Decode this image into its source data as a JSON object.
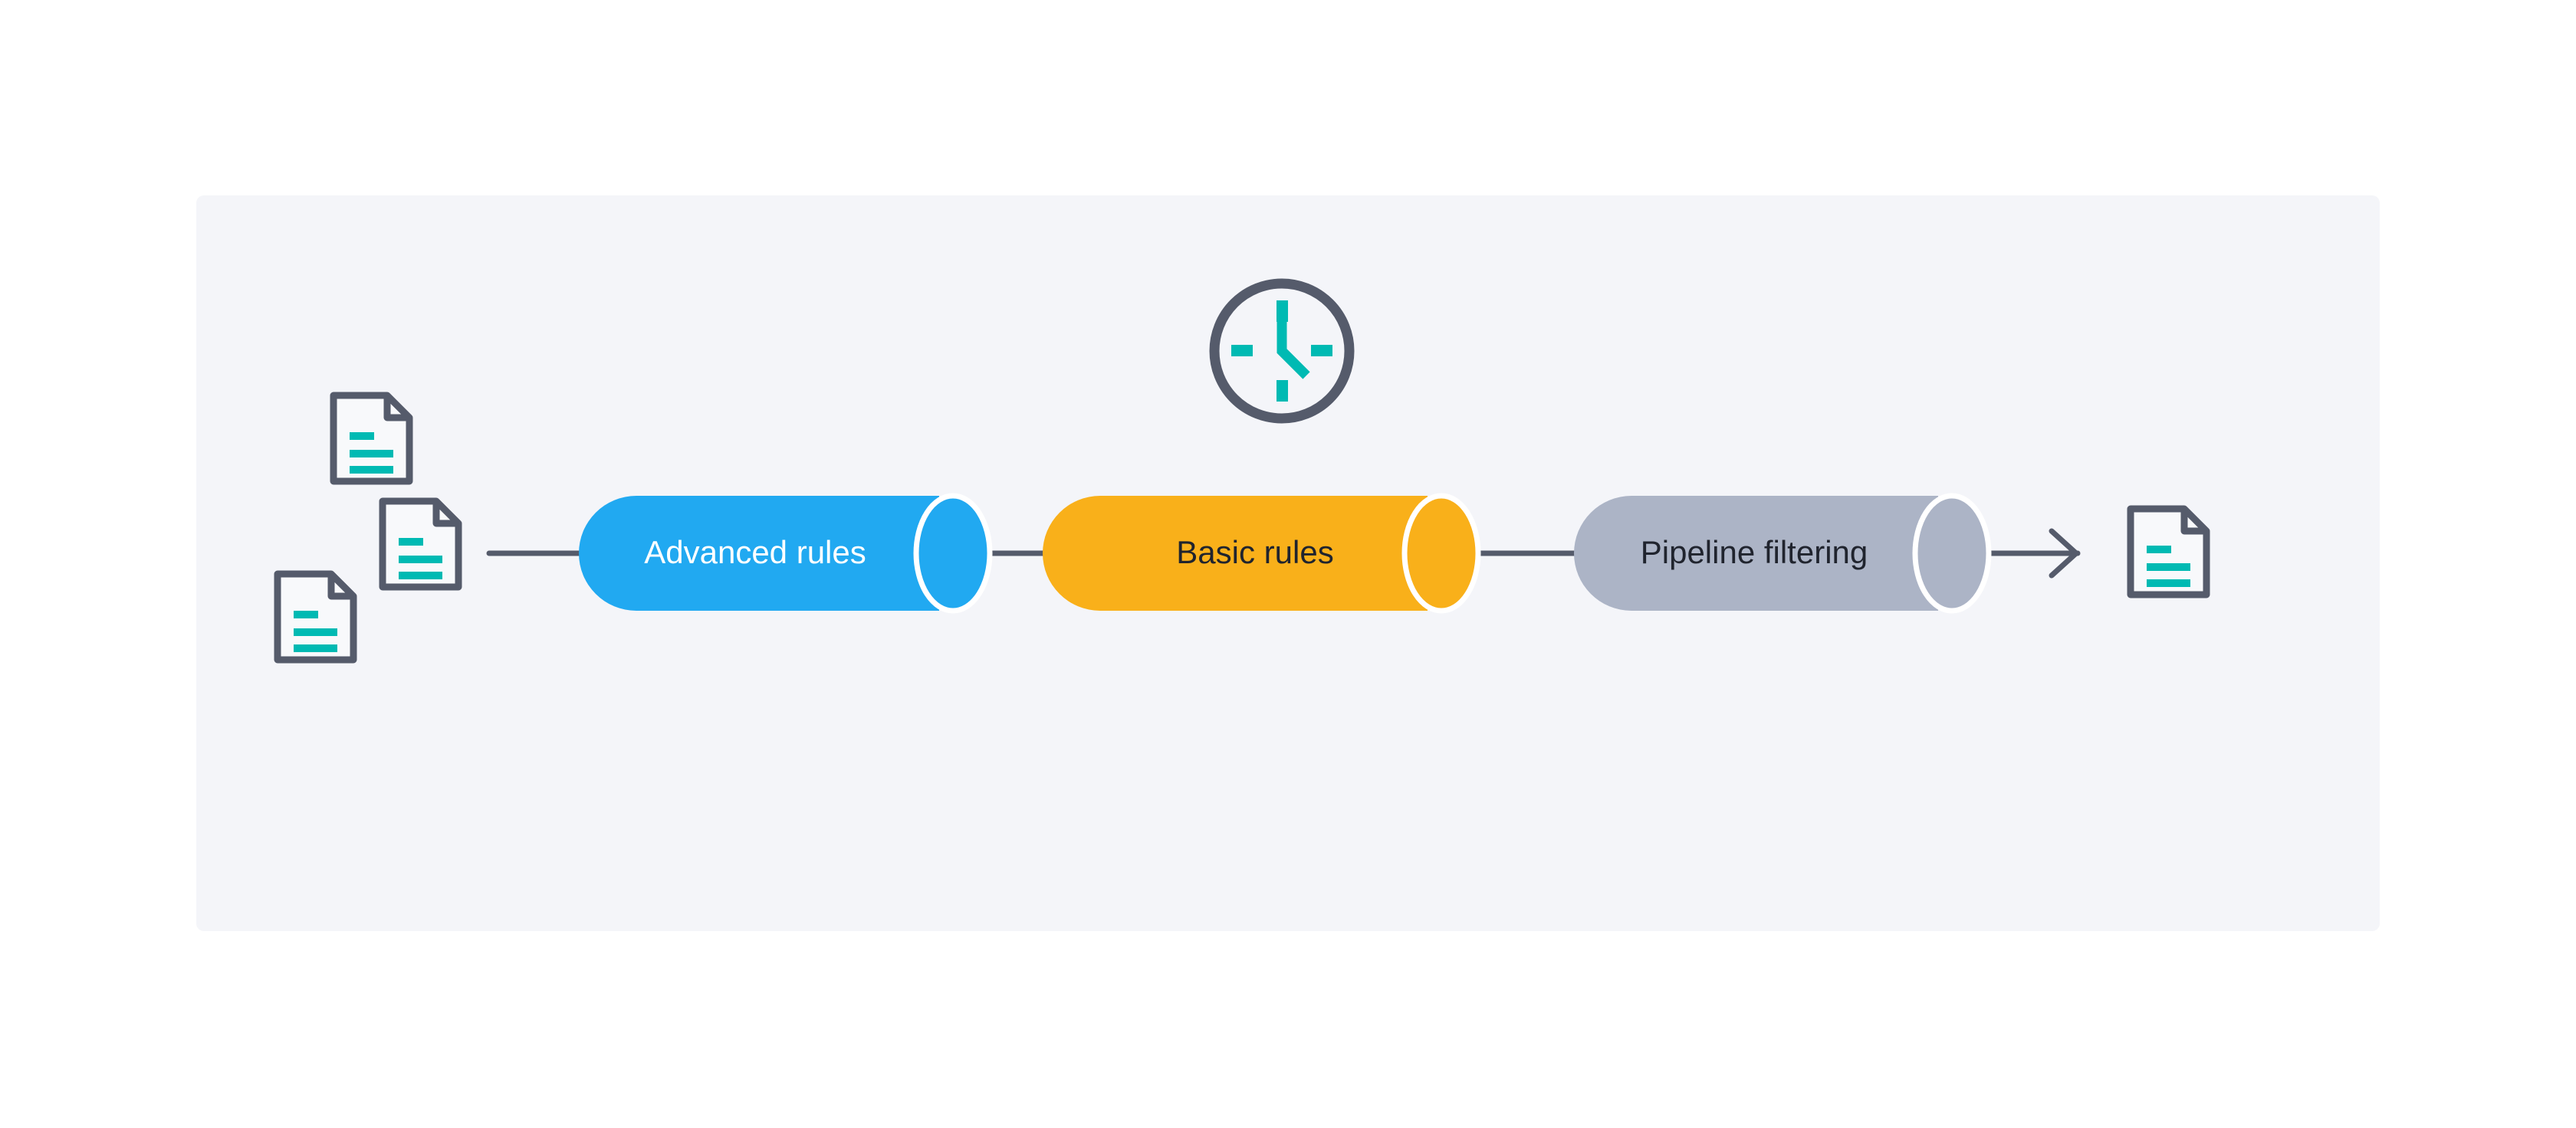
{
  "panel": {
    "name": "diagram-panel",
    "background_color": "#f4f5f9",
    "corner_radius": 10
  },
  "colors": {
    "page_background": "#ffffff",
    "panel_background": "#f4f5f9",
    "slate": "#555b6b",
    "teal": "#00bab3",
    "blue": "#21a9f1",
    "orange": "#f9b01a",
    "grey": "#acb4c6",
    "cap_outline": "#ffffff",
    "label_light": "#ffffff",
    "label_dark": "#20242e"
  },
  "diagram": {
    "type": "pipeline-flow",
    "title": "",
    "stages": [
      {
        "id": "advanced-rules",
        "label": "Advanced rules",
        "shape": "cylinder",
        "fill": "#21a9f1",
        "label_color": "#ffffff",
        "order": 1
      },
      {
        "id": "basic-rules",
        "label": "Basic rules",
        "shape": "cylinder",
        "fill": "#f9b01a",
        "label_color": "#20242e",
        "order": 2
      },
      {
        "id": "pipeline-filtering",
        "label": "Pipeline filtering",
        "shape": "cylinder",
        "fill": "#acb4c6",
        "label_color": "#20242e",
        "order": 3
      }
    ],
    "input_documents": [
      {
        "id": "input-document-1",
        "icon": "document-icon"
      },
      {
        "id": "input-document-2",
        "icon": "document-icon"
      },
      {
        "id": "input-document-3",
        "icon": "document-icon"
      }
    ],
    "output_documents": [
      {
        "id": "output-document-1",
        "icon": "document-icon"
      }
    ],
    "decorations": [
      {
        "id": "schedule-clock",
        "icon": "clock-icon",
        "hands": "12 and 4:30"
      }
    ],
    "connectors": [
      {
        "id": "connector-input-to-advanced",
        "from": "input-documents",
        "to": "advanced-rules",
        "arrow": false
      },
      {
        "id": "connector-advanced-to-basic",
        "from": "advanced-rules",
        "to": "basic-rules",
        "arrow": false
      },
      {
        "id": "connector-basic-to-filtering",
        "from": "basic-rules",
        "to": "pipeline-filtering",
        "arrow": false
      },
      {
        "id": "connector-filtering-to-output",
        "from": "pipeline-filtering",
        "to": "output-documents",
        "arrow": true
      }
    ]
  }
}
